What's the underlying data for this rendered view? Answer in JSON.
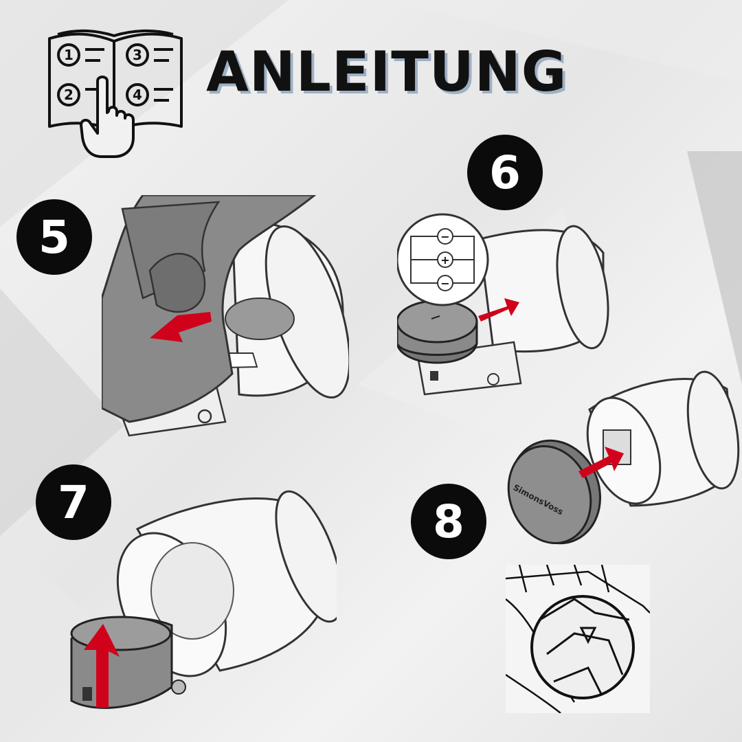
{
  "header": {
    "title": "ANLEITUNG",
    "icon": "instruction-book-icon"
  },
  "book": {
    "items": [
      "1",
      "2",
      "3",
      "4"
    ]
  },
  "steps": [
    {
      "number": "5"
    },
    {
      "number": "6"
    },
    {
      "number": "7"
    },
    {
      "number": "8"
    }
  ],
  "battery_diagram": {
    "minus_top": "−",
    "plus": "+",
    "minus_bottom": "−"
  },
  "cap_brand": "SimonsVoss",
  "colors": {
    "arrow": "#d0021b",
    "dark": "#0b0b0b",
    "metal": "#8a8a8a"
  }
}
